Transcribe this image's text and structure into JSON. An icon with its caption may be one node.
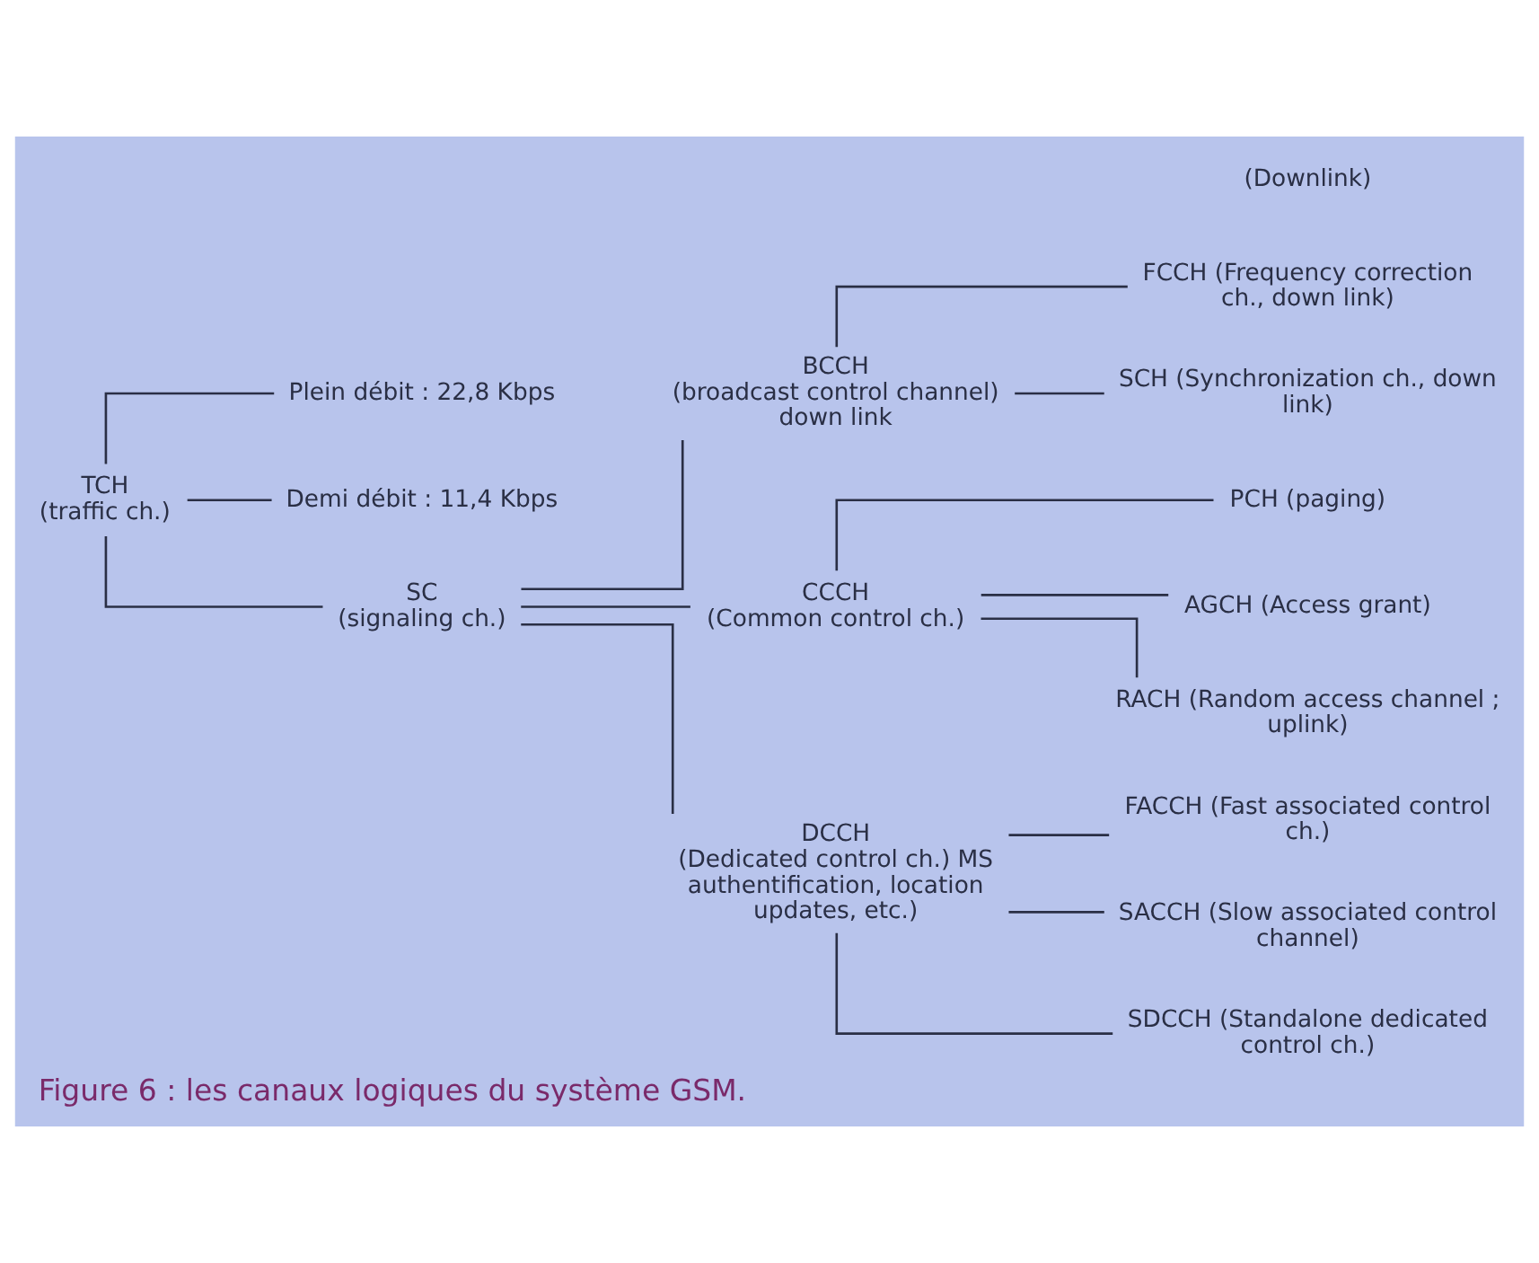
{
  "diagram": {
    "caption": "Figure 6 : les canaux logiques du système GSM.",
    "nodes": [
      {
        "text": [
          "TCH",
          "(traffic ch.)"
        ]
      },
      {
        "text": [
          "Plein débit : 22,8 Kbps"
        ]
      },
      {
        "text": [
          "Demi débit : 11,4 Kbps"
        ]
      },
      {
        "text": [
          "SC",
          "(signaling ch.)"
        ]
      },
      {
        "text": [
          "BCCH",
          "(broadcast control channel) down link"
        ]
      },
      {
        "text": [
          "CCCH",
          "(Common control ch.)"
        ]
      },
      {
        "text": [
          "DCCH",
          "(Dedicated control ch.) MS authentification, location updates, etc.)"
        ]
      },
      {
        "text": [
          "FCCH (Frequency correction ch., down link)"
        ]
      },
      {
        "text": [
          "SCH (Synchronization ch., down link)"
        ]
      },
      {
        "text": [
          "PCH (paging)"
        ]
      },
      {
        "text": [
          "AGCH (Access grant)"
        ]
      },
      {
        "text": [
          "RACH (Random access channel ; uplink)"
        ]
      },
      {
        "text": [
          "FACCH (Fast associated control ch.)"
        ]
      },
      {
        "text": [
          "SACCH (Slow associated control channel)"
        ]
      },
      {
        "text": [
          "SDCCH (Standalone dedicated control ch.)"
        ]
      }
    ],
    "edges": [
      {
        "from": 0,
        "to": 3,
        "arrow": "none"
      },
      {
        "from": 0,
        "to": 1,
        "arrow": "none"
      },
      {
        "from": 0,
        "to": 2,
        "arrow": "none"
      },
      {
        "from": 3,
        "to": 4,
        "arrow": "none"
      },
      {
        "from": 3,
        "to": 5,
        "arrow": "none"
      },
      {
        "from": 3,
        "to": 6,
        "arrow": "none"
      },
      {
        "from": 4,
        "to": 7,
        "arrow": "none"
      },
      {
        "from": 4,
        "to": 8,
        "arrow": "none"
      },
      {
        "from": 5,
        "to": 9,
        "arrow": "none"
      },
      {
        "from": 5,
        "to": 10,
        "arrow": "none"
      },
      {
        "from": 5,
        "to": 11,
        "arrow": "none"
      },
      {
        "from": 6,
        "to": 12,
        "arrow": "none"
      },
      {
        "from": 6,
        "to": 13,
        "arrow": "none"
      },
      {
        "from": 6,
        "to": 14,
        "arrow": "none"
      }
    ],
    "labels": [
      "(Downlink)"
    ]
  }
}
